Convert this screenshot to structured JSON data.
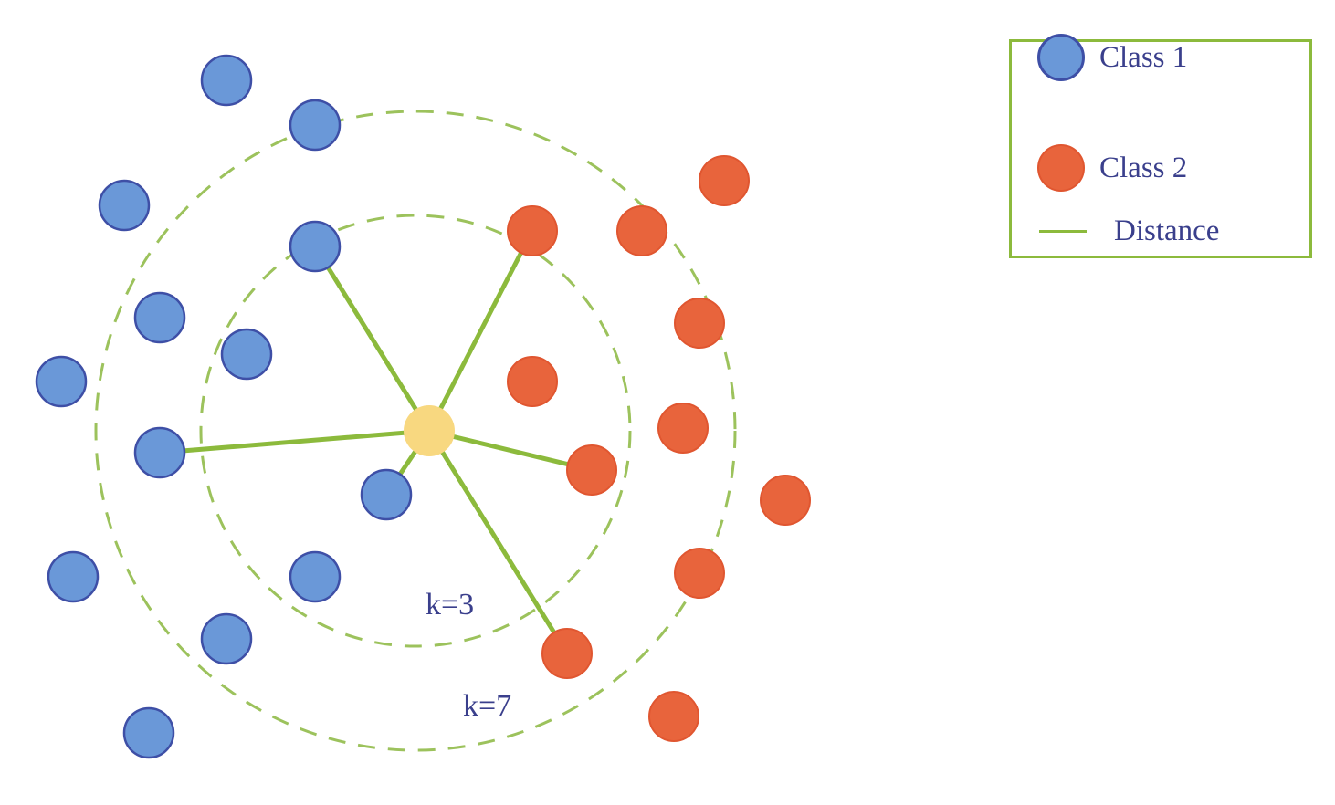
{
  "colors": {
    "class1_fill": "#6a98d8",
    "class1_stroke": "#3e4fa6",
    "class2_fill": "#e8643c",
    "class2_stroke": "#e05630",
    "query_fill": "#f8d880",
    "distance_line": "#8cba3c",
    "ring": "#9cc25c",
    "text": "#3a3f8c"
  },
  "legend": {
    "items": [
      {
        "label": "Class 1",
        "kind": "class1"
      },
      {
        "label": "Class 2",
        "kind": "class2"
      },
      {
        "label": "Distance",
        "kind": "distance"
      }
    ]
  },
  "rings": [
    {
      "label": "k=3"
    },
    {
      "label": "k=7"
    }
  ]
}
